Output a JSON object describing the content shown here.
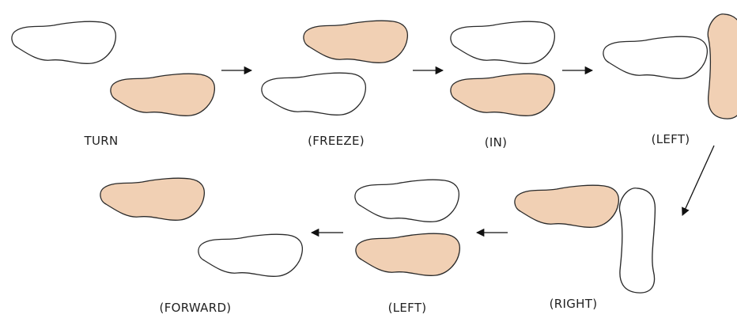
{
  "steps": [
    {
      "label": "TURN"
    },
    {
      "label": "(FREEZE)"
    },
    {
      "label": "(IN)"
    },
    {
      "label": "(LEFT)"
    },
    {
      "label": "(RIGHT)"
    },
    {
      "label": "(LEFT)"
    },
    {
      "label": "(FORWARD)"
    }
  ],
  "colors": {
    "weighted_foot": "#f1d0b4",
    "free_foot": "#ffffff",
    "outline": "#2a2a2a",
    "arrow": "#111111"
  }
}
